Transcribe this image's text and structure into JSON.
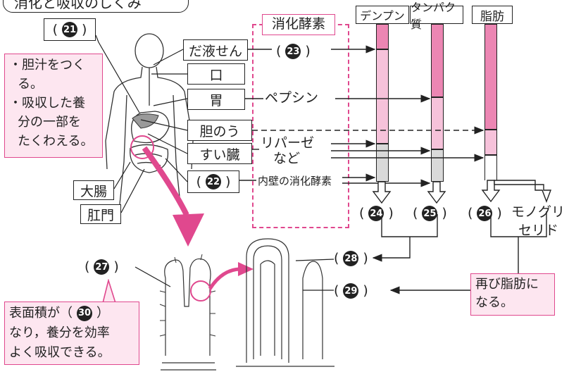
{
  "title": "消化と吸収のしくみ",
  "enzymes_label": "消化酵素",
  "organs": {
    "salivary": "だ液せん",
    "mouth": "口",
    "stomach": "胃",
    "gallbladder": "胆のう",
    "pancreas": "すい臓",
    "large_intestine": "大腸",
    "anus": "肛門",
    "blank_22": "(   )"
  },
  "liver_notes": [
    "・胆汁をつく",
    "る。",
    "・吸収した養",
    "分の一部を",
    "たくわえる。"
  ],
  "enzymes": {
    "pepsin": "ペプシン",
    "lipase": "リパーゼ",
    "etc": "など",
    "inner_wall": "内壁の消化酵素"
  },
  "nutrients": [
    "デンプン",
    "タンパク質",
    "脂肪"
  ],
  "numbers": {
    "n21": "21",
    "n22": "22",
    "n23": "23",
    "n24": "24",
    "n25": "25",
    "n26": "26",
    "n27": "27",
    "n28": "28",
    "n29": "29",
    "n30": "30"
  },
  "monoglyceride": [
    "モノグリ",
    "セリド"
  ],
  "villi_note": {
    "line1a": "表面積が（",
    "line1b": "）",
    "line2": "なり，養分を効率",
    "line3": "よく吸収できる。"
  },
  "fat_again": [
    "再び脂肪に",
    "なる。"
  ],
  "colors": {
    "accent": "#e0488e",
    "bar_dark": "#ec86b3",
    "bar_mid": "#f6c2da",
    "bar_light": "#fbe0ec",
    "gray": "#d9d9d9"
  }
}
